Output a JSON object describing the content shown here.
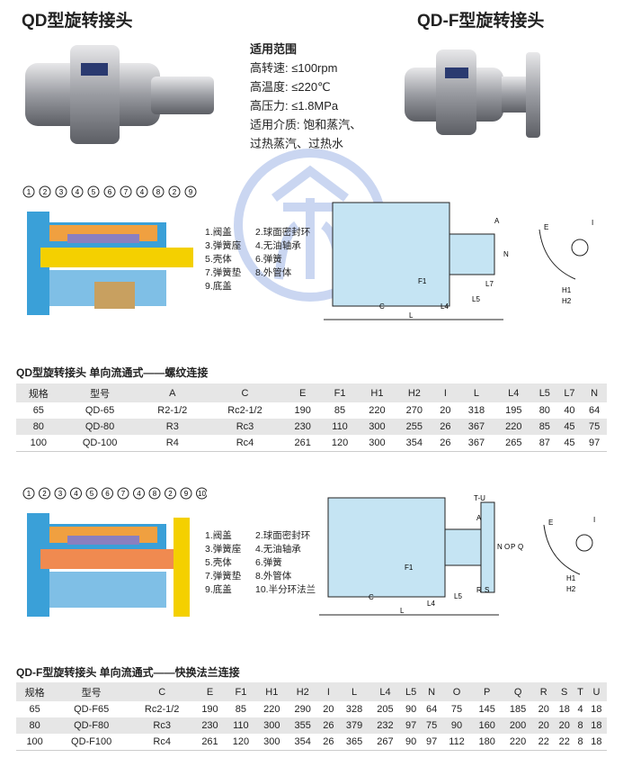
{
  "titles": {
    "left": "QD型旋转接头",
    "right": "QD-F型旋转接头"
  },
  "spec": {
    "heading": "适用范围",
    "lines": [
      "高转速: ≤100rpm",
      "高温度: ≤220℃",
      "高压力: ≤1.8MPa",
      "适用介质: 饱和蒸汽、",
      "过热蒸汽、过热水"
    ]
  },
  "legend1": [
    "1.阀盖",
    "2.球面密封环",
    "3.弹簧座",
    "4.无油轴承",
    "5.壳体",
    "6.弹簧",
    "7.弹簧垫",
    "8.外管体",
    "9.底盖"
  ],
  "legend2": [
    "1.阀盖",
    "2.球面密封环",
    "3.弹簧座",
    "4.无油轴承",
    "5.壳体",
    "6.弹簧",
    "7.弹簧垫",
    "8.外管体",
    "9.底盖",
    "10.半分环法兰"
  ],
  "callouts1": [
    "1",
    "2",
    "3",
    "4",
    "5",
    "6",
    "7",
    "4",
    "8",
    "2",
    "9"
  ],
  "callouts2": [
    "1",
    "2",
    "3",
    "4",
    "5",
    "6",
    "7",
    "4",
    "8",
    "2",
    "9",
    "10"
  ],
  "dims1": {
    "A": "A",
    "N": "N",
    "F1": "F1",
    "L7": "L7",
    "L5": "L5",
    "L4": "L4",
    "L": "L",
    "C": "C",
    "E": "E",
    "I": "I",
    "H1": "H1",
    "H2": "H2"
  },
  "dims2": {
    "TU": "T-U",
    "A": "A",
    "N": "N",
    "O": "O",
    "P": "P",
    "Q": "Q",
    "F1": "F1",
    "L5": "L5",
    "R": "R",
    "S": "S",
    "L4": "L4",
    "L": "L",
    "C": "C",
    "E": "E",
    "I": "I",
    "H1": "H1",
    "H2": "H2"
  },
  "table1": {
    "title": "QD型旋转接头  单向流通式——螺纹连接",
    "headers": [
      "规格",
      "型号",
      "A",
      "C",
      "E",
      "F1",
      "H1",
      "H2",
      "I",
      "L",
      "L4",
      "L5",
      "L7",
      "N"
    ],
    "rows": [
      [
        "65",
        "QD-65",
        "R2-1/2",
        "Rc2-1/2",
        "190",
        "85",
        "220",
        "270",
        "20",
        "318",
        "195",
        "80",
        "40",
        "64"
      ],
      [
        "80",
        "QD-80",
        "R3",
        "Rc3",
        "230",
        "110",
        "300",
        "255",
        "26",
        "367",
        "220",
        "85",
        "45",
        "75"
      ],
      [
        "100",
        "QD-100",
        "R4",
        "Rc4",
        "261",
        "120",
        "300",
        "354",
        "26",
        "367",
        "265",
        "87",
        "45",
        "97"
      ]
    ]
  },
  "table2": {
    "title": "QD-F型旋转接头  单向流通式——快换法兰连接",
    "headers": [
      "规格",
      "型号",
      "C",
      "E",
      "F1",
      "H1",
      "H2",
      "I",
      "L",
      "L4",
      "L5",
      "N",
      "O",
      "P",
      "Q",
      "R",
      "S",
      "T",
      "U"
    ],
    "rows": [
      [
        "65",
        "QD-F65",
        "Rc2-1/2",
        "190",
        "85",
        "220",
        "290",
        "20",
        "328",
        "205",
        "90",
        "64",
        "75",
        "145",
        "185",
        "20",
        "18",
        "4",
        "18"
      ],
      [
        "80",
        "QD-F80",
        "Rc3",
        "230",
        "110",
        "300",
        "355",
        "26",
        "379",
        "232",
        "97",
        "75",
        "90",
        "160",
        "200",
        "20",
        "20",
        "8",
        "18"
      ],
      [
        "100",
        "QD-F100",
        "Rc4",
        "261",
        "120",
        "300",
        "354",
        "26",
        "365",
        "267",
        "90",
        "97",
        "112",
        "180",
        "220",
        "22",
        "22",
        "8",
        "18"
      ]
    ]
  },
  "colors": {
    "watermark": "#9fb6e6",
    "diagram_fill": "#c5e4f3",
    "orange": "#f0a040",
    "purple": "#8a7fc0",
    "row_gray": "#e6e6e6"
  }
}
